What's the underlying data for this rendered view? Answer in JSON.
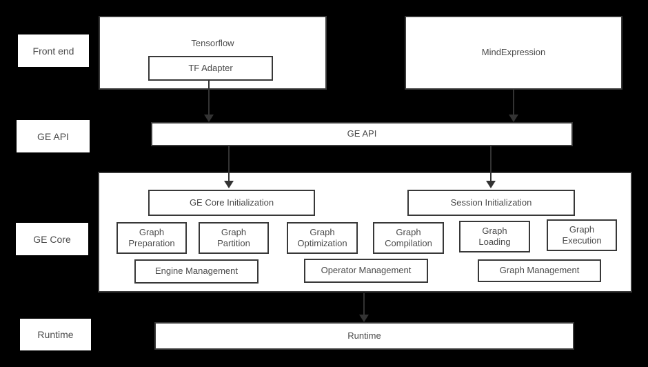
{
  "colors": {
    "background": "#000000",
    "box_fill": "#ffffff",
    "box_border": "#383838",
    "text": "#4a4a4a",
    "arrow": "#333333"
  },
  "side_labels": [
    "Front end",
    "GE API",
    "GE Core",
    "Runtime"
  ],
  "front_end": {
    "tensorflow_label": "Tensorflow",
    "tf_adapter_label": "TF Adapter",
    "mind_expression_label": "MindExpression"
  },
  "ge_api": {
    "bar_label": "GE API"
  },
  "ge_core": {
    "init_left_label": "GE Core Initialization",
    "init_right_label": "Session Initialization",
    "function_boxes": [
      {
        "line1": "Graph",
        "line2": "Preparation"
      },
      {
        "line1": "Graph",
        "line2": "Partition"
      },
      {
        "line1": "Graph",
        "line2": "Optimization"
      },
      {
        "line1": "Graph",
        "line2": "Compilation"
      },
      {
        "line1": "Graph",
        "line2": "Loading"
      },
      {
        "line1": "Graph",
        "line2": "Execution"
      }
    ],
    "management_boxes": [
      "Engine Management",
      "Operator Management",
      "Graph Management"
    ]
  },
  "runtime": {
    "bar_label": "Runtime"
  }
}
